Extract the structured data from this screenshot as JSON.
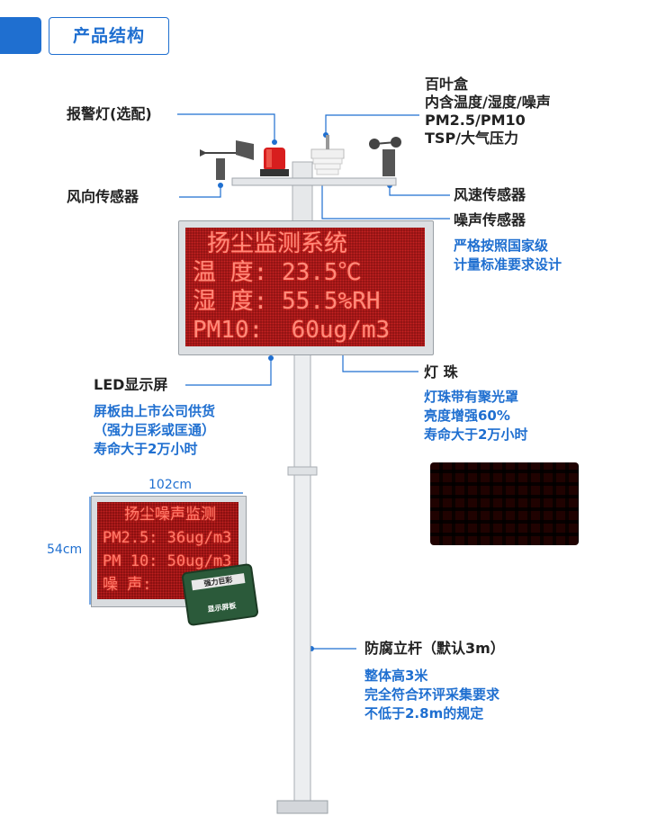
{
  "header": {
    "title": "产品结构"
  },
  "callouts": {
    "alarm_light": "报警灯(选配)",
    "louver_box": [
      "百叶盒",
      "内含温度/湿度/噪声",
      "PM2.5/PM10",
      "TSP/大气压力"
    ],
    "wind_direction": "风向传感器",
    "wind_speed": "风速传感器",
    "noise_sensor": "噪声传感器",
    "noise_desc": [
      "严格按照国家级",
      "计量标准要求设计"
    ],
    "led_screen": "LED显示屏",
    "led_screen_desc": [
      "屏板由上市公司供货",
      "（强力巨彩或匡通）",
      "寿命大于2万小时"
    ],
    "led_bead": "灯 珠",
    "led_bead_desc": [
      "灯珠带有聚光罩",
      "亮度增强60%",
      "寿命大于2万小时"
    ],
    "pole": "防腐立杆（默认3m）",
    "pole_desc": [
      "整体高3米",
      "完全符合环评采集要求",
      "不低于2.8m的规定"
    ]
  },
  "main_screen": {
    "lines": [
      "扬尘监测系统",
      "温 度: 23.5℃",
      "湿 度: 55.5%RH",
      "PM10:  60ug/m3"
    ]
  },
  "small_screen": {
    "width_label": "102cm",
    "height_label": "54cm",
    "lines": [
      "扬尘噪声监测",
      "PM2.5: 36ug/m3",
      "PM 10: 50ug/m3",
      "噪 声:"
    ],
    "chip_label": "强力巨彩",
    "chip_caption": "显示屏板"
  },
  "colors": {
    "accent": "#1f6fd0",
    "led_red": "#8e1212",
    "led_text": "#ff8a7a"
  }
}
